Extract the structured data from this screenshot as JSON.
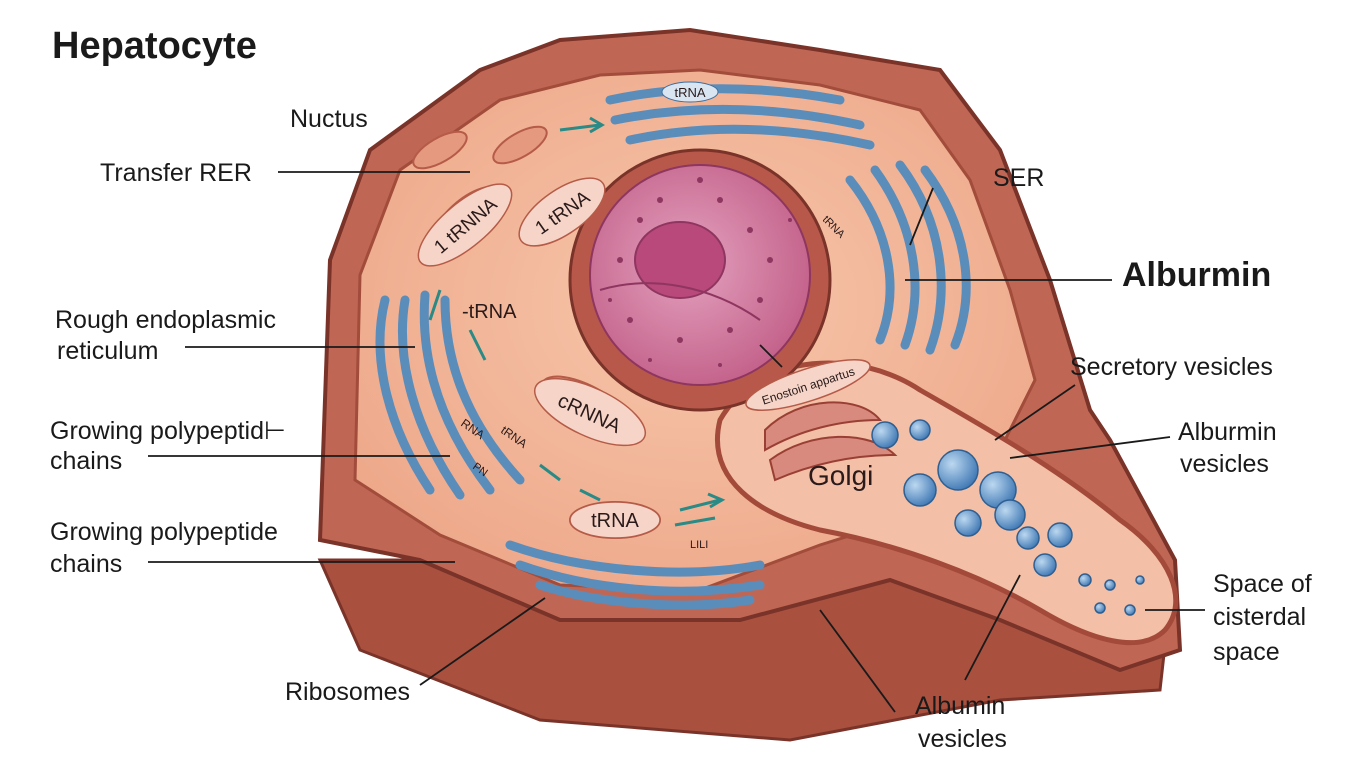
{
  "title": "Hepatocyte",
  "labels": {
    "nuctus": "Nuctus",
    "transfer_rer": "Transfer RER",
    "ser": "SER",
    "alburmin": "Alburmin",
    "rough_er_line1": "Rough endoplasmic",
    "rough_er_line2": "reticulum",
    "secretory_vesicles": "Secretory vesicles",
    "growing1_line1": "Growing polypeptid⊢",
    "growing1_line2": "chains",
    "alburmin_vesicles_line1": "Alburmin",
    "alburmin_vesicles_line2": "vesicles",
    "growing2_line1": "Growing polypeptide",
    "growing2_line2": "chains",
    "space_line1": "Space of",
    "space_line2": "cisterdal",
    "space_line3": "space",
    "ribosomes": "Ribosomes",
    "albumin_vesicles_line1": "Albumin",
    "albumin_vesicles_line2": "vesicles"
  },
  "inner_labels": {
    "trna_top": "tRNA",
    "one_trnna": "1 tRNNA",
    "one_trna": "1 tRNA",
    "dash_trna": "-tRNA",
    "crnna": "cRNNA",
    "trna_bottom": "tRNA",
    "golgi": "Golgi",
    "enostoin": "Enostoin appartus",
    "rna_small": "RNA",
    "trna_small": "tRNA",
    "pn_small": "PN",
    "trna_ser": "tRNA",
    "lili": "LILI"
  },
  "colors": {
    "membrane": "#b85a4c",
    "cytoplasm": "#f2b596",
    "er_blue": "#5b8dbb",
    "nucleus": "#c7638a",
    "vesicle": "#4f86c0"
  }
}
